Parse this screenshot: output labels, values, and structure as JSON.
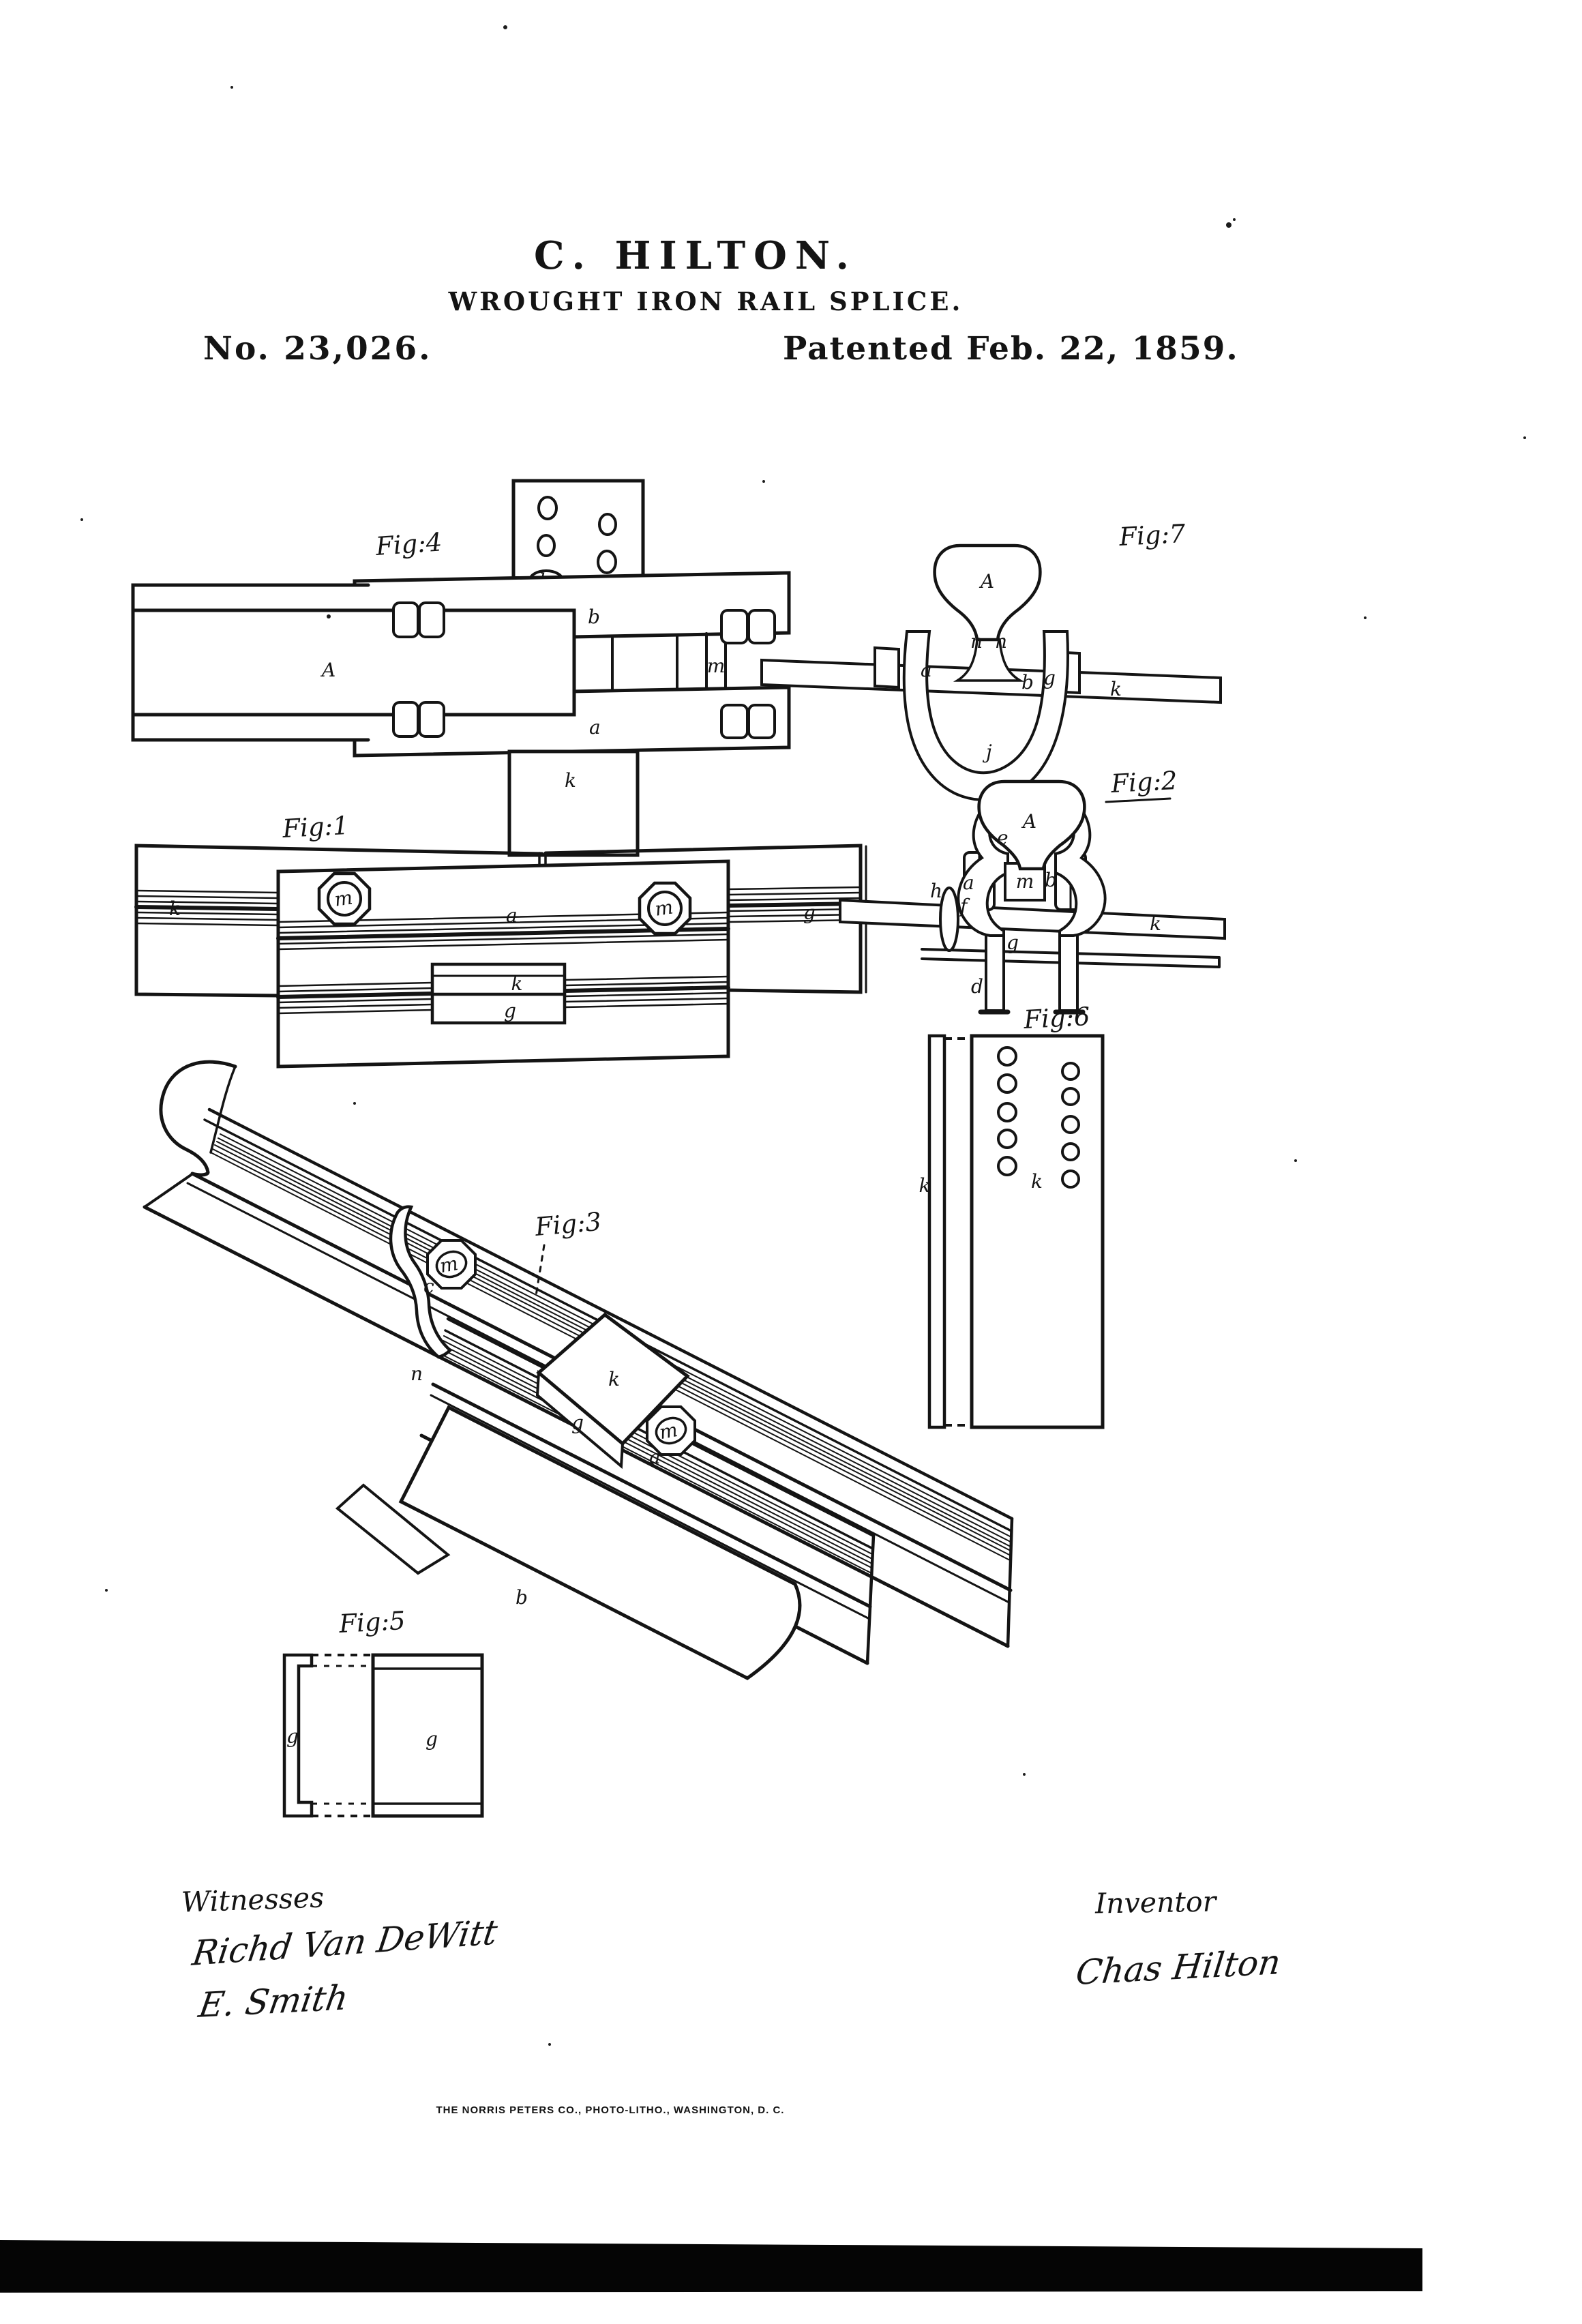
{
  "colors": {
    "ink": "#141414",
    "paper": "#ffffff"
  },
  "header": {
    "inventor_name": "C. HILTON.",
    "doc_title": "WROUGHT IRON RAIL SPLICE.",
    "patent_number": "No. 23,026.",
    "patent_date": "Patented Feb. 22, 1859."
  },
  "figures": {
    "fig4": {
      "label": "Fig:4",
      "letters": {
        "hole": "k",
        "b": "b",
        "a": "a",
        "m": "m",
        "A": "A",
        "strap": "k"
      }
    },
    "fig1": {
      "label": "Fig:1",
      "letters": {
        "rail_left": "k",
        "rail_right": "g",
        "plate": "a",
        "nut_left": "m",
        "nut_right": "m",
        "key_top": "k",
        "key_bottom": "g"
      }
    },
    "fig7": {
      "label": "Fig:7",
      "letters": {
        "A": "A",
        "n1": "n",
        "n2": "n",
        "a": "a",
        "b": "b",
        "g": "g",
        "k": "k",
        "j": "j"
      }
    },
    "fig2": {
      "label": "Fig:2",
      "letters": {
        "A": "A",
        "e": "e",
        "m": "m",
        "a": "a",
        "b": "b",
        "f": "f",
        "h": "h",
        "g": "g",
        "k": "k",
        "d": "d"
      }
    },
    "fig6": {
      "label": "Fig:6",
      "letters": {
        "k_strip": "k",
        "k_plate": "k"
      }
    },
    "fig3": {
      "label": "Fig:3",
      "letters": {
        "m1": "m",
        "m2": "m",
        "k": "k",
        "g": "g",
        "a": "a",
        "b": "b",
        "c": "c",
        "n": "n"
      }
    },
    "fig5": {
      "label": "Fig:5",
      "letters": {
        "g_strip": "g",
        "g_plate": "g"
      }
    }
  },
  "signatures": {
    "witnesses_label": "Witnesses",
    "witness_1": "Richd Van DeWitt",
    "witness_2": "E. Smith",
    "inventor_label": "Inventor",
    "inventor_signature": "Chas Hilton"
  },
  "footer": {
    "printer": "THE NORRIS PETERS CO., PHOTO-LITHO., WASHINGTON, D. C."
  }
}
